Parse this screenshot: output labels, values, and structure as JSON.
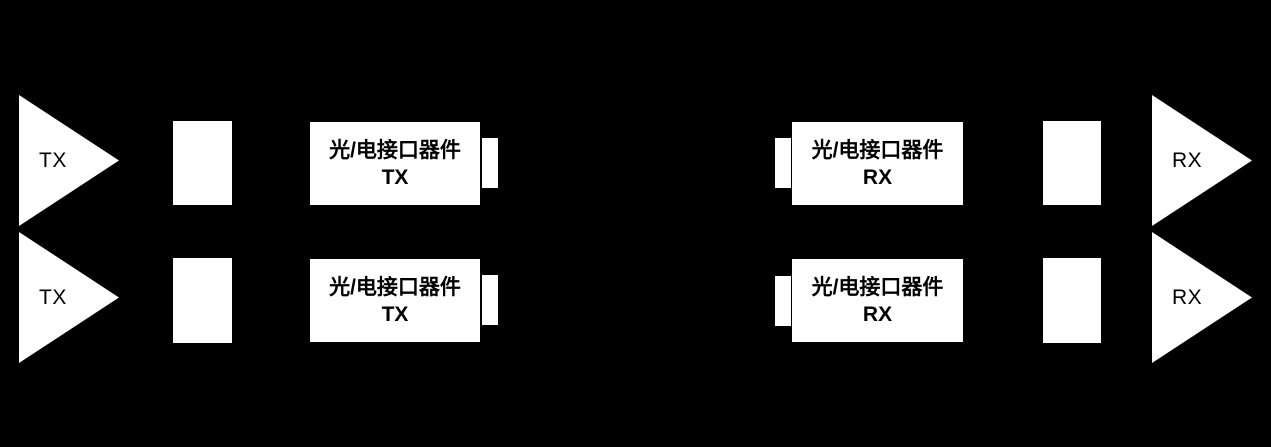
{
  "colors": {
    "background": "#000000",
    "shape": "#ffffff",
    "label_text": "#000000"
  },
  "diagram": {
    "description_visible_text_only": "",
    "rows": [
      {
        "tx_triangle_label": "TX",
        "tx_interface_box": {
          "line1": "光/电接口器件",
          "line2": "TX"
        },
        "rx_interface_box": {
          "line1": "光/电接口器件",
          "line2": "RX"
        },
        "rx_triangle_label": "RX"
      },
      {
        "tx_triangle_label": "TX",
        "tx_interface_box": {
          "line1": "光/电接口器件",
          "line2": "TX"
        },
        "rx_interface_box": {
          "line1": "光/电接口器件",
          "line2": "RX"
        },
        "rx_triangle_label": "RX"
      }
    ]
  }
}
